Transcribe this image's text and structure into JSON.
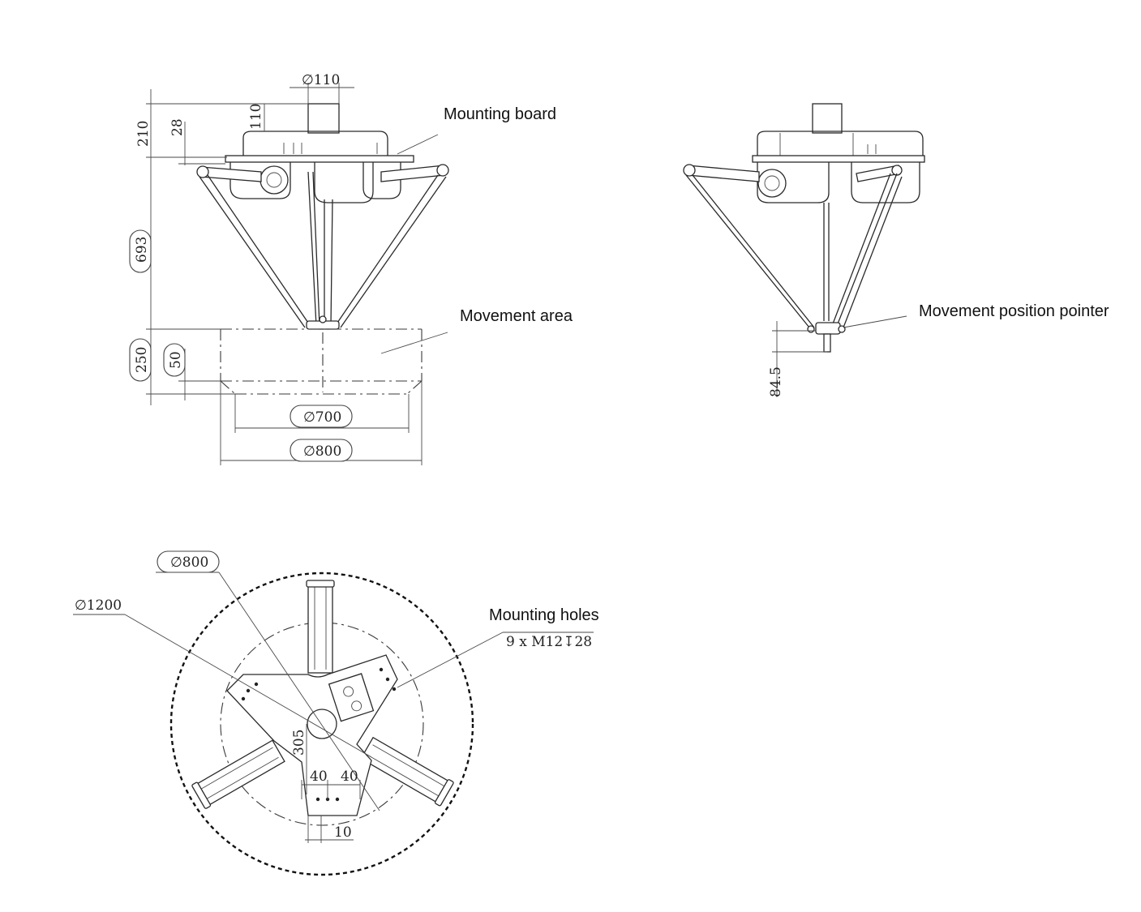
{
  "labels": {
    "mounting_board": "Mounting board",
    "movement_area": "Movement area",
    "movement_position_pointer": "Movement position pointer",
    "mounting_holes": "Mounting holes",
    "mounting_holes_spec": "9 x M12↧28"
  },
  "dimensions": {
    "front_view": {
      "flange_diameter": "∅110",
      "overall_height": "210",
      "flange_height": "110",
      "plate_thickness": "28",
      "arm_height": "693",
      "workspace_height": "250",
      "workspace_step": "50",
      "workspace_inner_diameter": "∅700",
      "workspace_outer_diameter": "∅800"
    },
    "side_view": {
      "pointer_length": "84.5"
    },
    "top_view": {
      "circle_800": "∅800",
      "circle_1200": "∅1200",
      "center_distance": "305",
      "hole_spacing_left": "40",
      "hole_spacing_right": "40",
      "edge_offset": "10"
    }
  }
}
